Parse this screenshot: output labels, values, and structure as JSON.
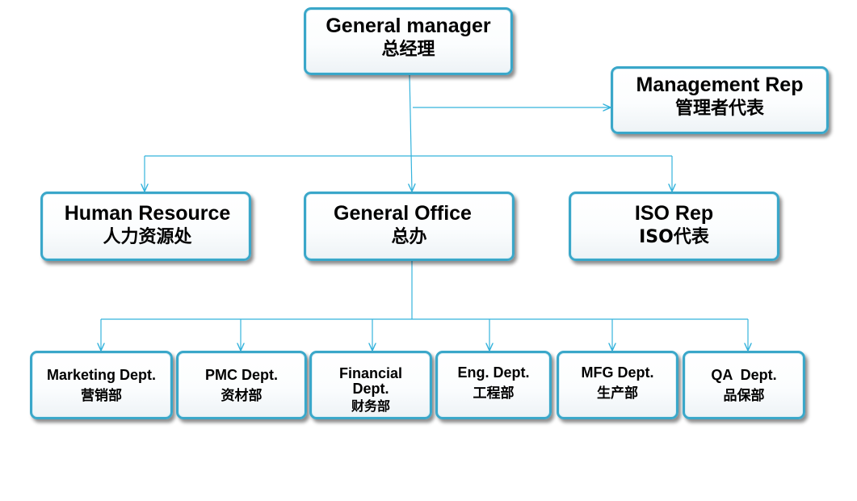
{
  "boxes": {
    "general_manager": {
      "en": "General manager",
      "zh": "总经理"
    },
    "management_rep": {
      "en": "Management Rep",
      "zh": "管理者代表"
    },
    "human_resource": {
      "en": "Human Resource",
      "zh": "人力资源处"
    },
    "general_office": {
      "en": "General Office",
      "zh": "总办"
    },
    "iso_rep": {
      "en": "ISO Rep",
      "zh": "ISO代表"
    },
    "marketing": {
      "en": "Marketing Dept.",
      "zh": "营销部"
    },
    "pmc": {
      "en": "PMC Dept.",
      "zh": "资材部"
    },
    "financial": {
      "en": "Financial Dept.",
      "zh": "财务部"
    },
    "engineering": {
      "en": "Eng. Dept.",
      "zh": "工程部"
    },
    "mfg": {
      "en": "MFG Dept.",
      "zh": "生产部"
    },
    "qa": {
      "en": "QA  Dept.",
      "zh": "品保部"
    }
  },
  "colors": {
    "connector": "#35b3dc",
    "box_border": "#3aa7c9",
    "text": "#000000"
  }
}
